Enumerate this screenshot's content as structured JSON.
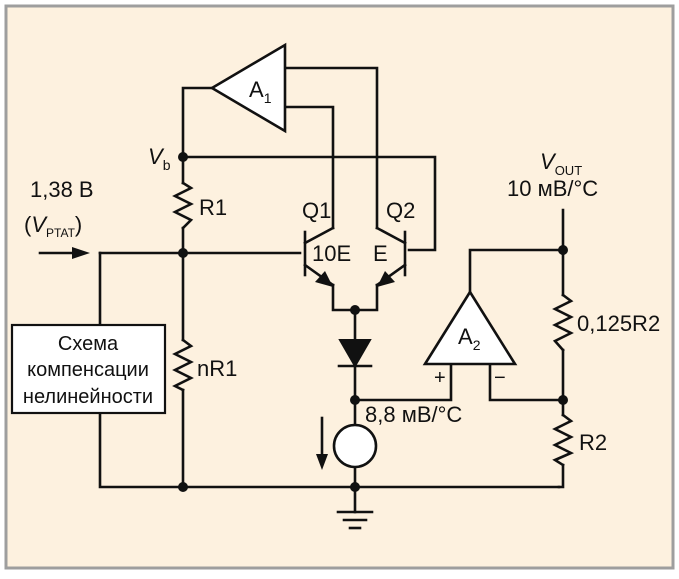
{
  "colors": {
    "background": "#fdf1df",
    "frame": "#9e9e9e",
    "wire": "#111111",
    "box_fill": "#ffffff"
  },
  "labels": {
    "a1": "A",
    "a1_sub": "1",
    "a2": "A",
    "a2_sub": "2",
    "vb": "V",
    "vb_sub": "b",
    "r1": "R1",
    "nr1": "nR1",
    "q1": "Q1",
    "q2": "Q2",
    "q1_emitter": "10E",
    "q2_emitter": "E",
    "r2": "R2",
    "r_0125": "0,125R2",
    "vout": "V",
    "vout_sub": "OUT",
    "vout_value": "10 мВ/°C",
    "diode_tc": "8,8 мВ/°C",
    "vptat_value": "1,38 В",
    "vptat_open": "(",
    "vptat_v": "V",
    "vptat_sub": "PTAT",
    "vptat_close": ")",
    "plus": "+",
    "minus": "−"
  },
  "box": {
    "line1": "Схема",
    "line2": "компенсации",
    "line3": "нелинейности"
  }
}
